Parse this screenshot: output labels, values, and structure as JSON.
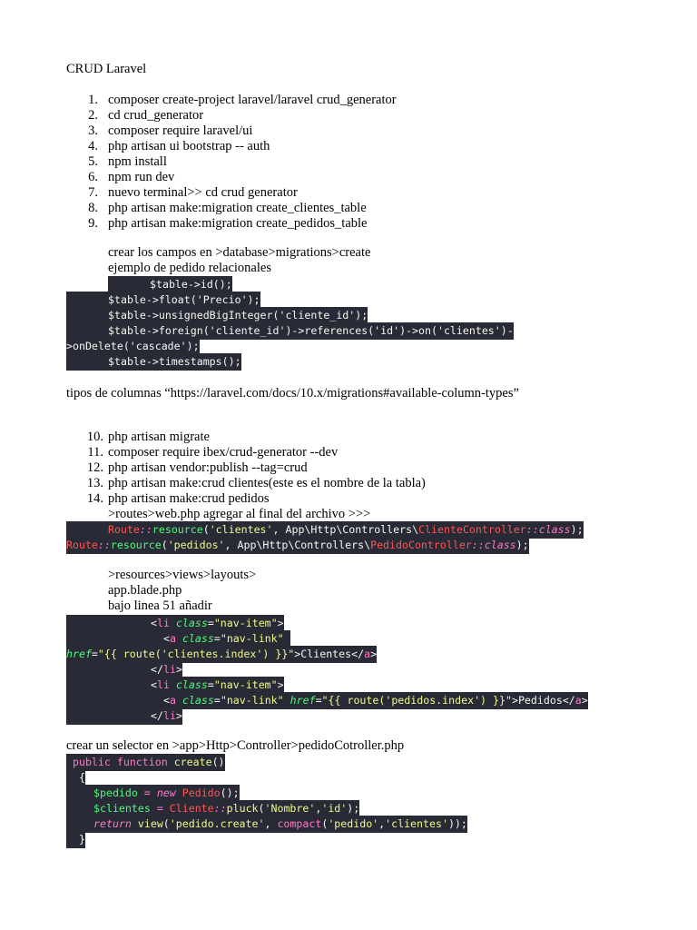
{
  "title": "CRUD Laravel",
  "steps_a": [
    {
      "n": "1.",
      "text": "composer create-project laravel/laravel crud_generator"
    },
    {
      "n": "2.",
      "text": "cd crud_generator"
    },
    {
      "n": "3.",
      "text": "composer require laravel/ui"
    },
    {
      "n": "4.",
      "text": "php artisan ui bootstrap -- auth"
    },
    {
      "n": "5.",
      "text": "npm install"
    },
    {
      "n": "6.",
      "text": "npm run dev"
    },
    {
      "n": "7.",
      "text": "nuevo terminal>> cd crud generator"
    },
    {
      "n": "8.",
      "text": "php artisan make:migration create_clientes_table"
    },
    {
      "n": "9.",
      "text": "php artisan make:migration create_pedidos_table"
    }
  ],
  "note1": "crear los campos en >database>migrations>create",
  "note2": "ejemplo de pedido relacionales",
  "migration_code": [
    "$table->id();",
    "$table->float('Precio');",
    "$table->unsignedBigInteger('cliente_id');",
    "$table->foreign('cliente_id')->references('id')->on('clientes')-",
    ">onDelete('cascade');",
    "$table->timestamps();"
  ],
  "column_types": "tipos de columnas “https://laravel.com/docs/10.x/migrations#available-column-types”",
  "steps_b": [
    {
      "n": "10.",
      "text": "php artisan migrate"
    },
    {
      "n": "11.",
      "text": "composer require ibex/crud-generator --dev"
    },
    {
      "n": "12.",
      "text": "php artisan vendor:publish --tag=crud"
    },
    {
      "n": "13.",
      "text": "php artisan make:crud clientes(este es el nombre de la tabla)"
    },
    {
      "n": "14.",
      "text": "php artisan make:crud pedidos"
    }
  ],
  "routes_note": ">routes>web.php agregar al final del archivo >>>",
  "route_code": {
    "route": "Route",
    "sep": "::",
    "resource": "resource",
    "clientes_str": "'clientes'",
    "pedidos_str": "'pedidos'",
    "namespace": "App\\Http\\Controllers\\",
    "cliente_ctrl": "ClienteController",
    "pedido_ctrl": "PedidoController",
    "class_kw": "class"
  },
  "layout_note1": ">resources>views>layouts>",
  "layout_note2": "app.blade.php",
  "layout_note3": "bajo linea 51 añadir",
  "nav_code": {
    "li": "li",
    "a": "a",
    "class_attr": "class",
    "href_attr": "href",
    "nav_item": "\"nav-item\"",
    "nav_link": "\"nav-link\"",
    "href_clientes": "\"{{ route('clientes.index') }}\"",
    "href_pedidos": "\"{{ route('pedidos.index') }}\"",
    "clientes_label": "Clientes",
    "pedidos_label": "Pedidos"
  },
  "selector_note": "crear un selector en >app>Http>Controller>pedidoCotroller.php",
  "controller_code": {
    "public": "public",
    "function": "function",
    "create": "create",
    "pedido_var": "$pedido",
    "clientes_var": "$clientes",
    "new_kw": "new",
    "pedido_cls": "Pedido",
    "cliente_cls": "Cliente",
    "pluck": "pluck",
    "nombre_str": "'Nombre'",
    "id_str": "'id'",
    "return_kw": "return",
    "view": "view",
    "view_str": "'pedido.create'",
    "compact": "compact",
    "pedido_str": "'pedido'",
    "clientes_str": "'clientes'"
  }
}
